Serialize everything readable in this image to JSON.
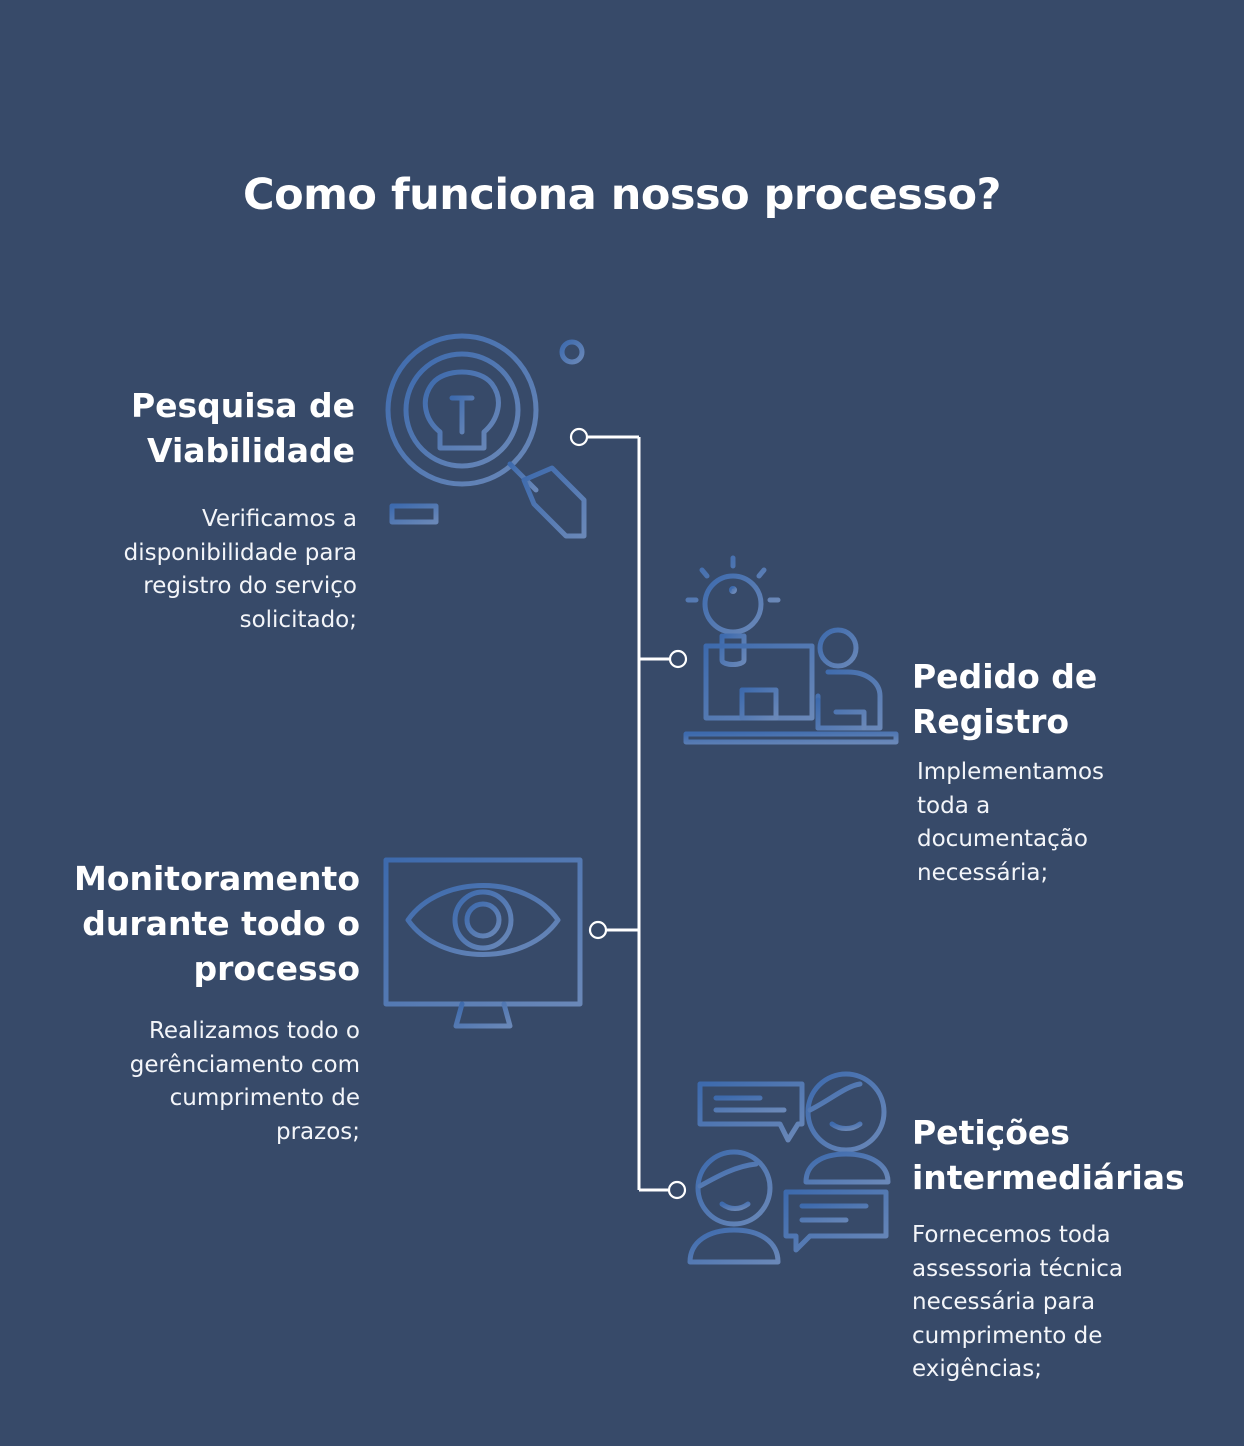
{
  "title": "Como funciona nosso processo?",
  "colors": {
    "background": "#374a69",
    "icon_stroke_start": "#3d6aad",
    "icon_stroke_end": "#6a88b8",
    "timeline": "#ffffff"
  },
  "steps": [
    {
      "title_lines": [
        "Pesquisa de",
        "Viabilidade"
      ],
      "desc_lines": [
        "Verificamos a",
        "disponibilidade para",
        "registro do serviço",
        "solicitado;"
      ],
      "icon": "lightbulb-magnifier-icon"
    },
    {
      "title_lines": [
        "Pedido de",
        "Registro"
      ],
      "desc_lines": [
        "Implementamos",
        "toda a",
        "documentação",
        "necessária;"
      ],
      "icon": "idea-computer-worker-icon"
    },
    {
      "title_lines": [
        "Monitoramento",
        "durante todo o",
        "processo"
      ],
      "desc_lines": [
        "Realizamos todo o",
        "gerênciamento com",
        "cumprimento de",
        "prazos;"
      ],
      "icon": "eye-monitor-icon"
    },
    {
      "title_lines": [
        "Petições",
        "intermediárias"
      ],
      "desc_lines": [
        "Fornecemos toda",
        "assessoria técnica",
        "necessária para",
        "cumprimento de",
        "exigências;"
      ],
      "icon": "people-chat-icon"
    }
  ]
}
